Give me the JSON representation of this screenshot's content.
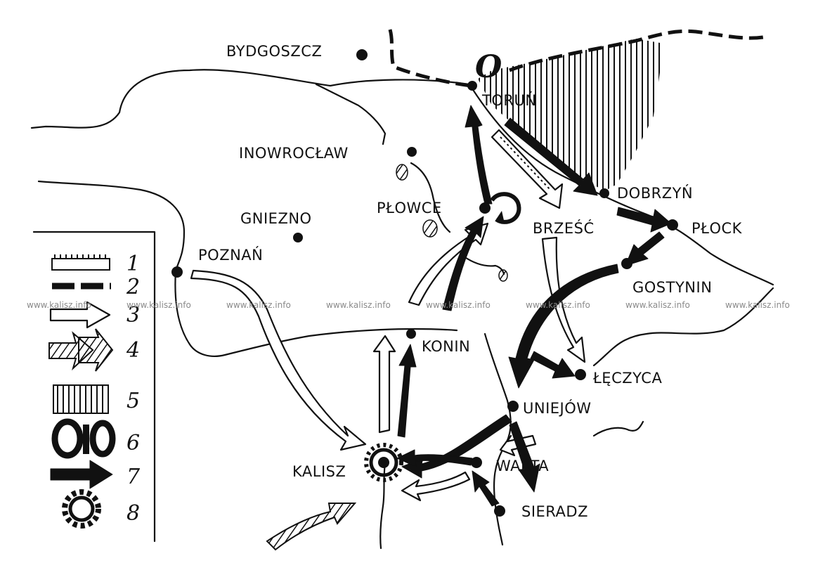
{
  "cities": {
    "bydgoszcz": "BYDGOSZCZ",
    "torun": "TORUŃ",
    "inowroclaw": "INOWROCŁAW",
    "dobrzyn": "DOBRZYŃ",
    "plowce": "PŁOWCE",
    "brzesc": "BRZEŚĆ",
    "plock": "PŁOCK",
    "gniezno": "GNIEZNO",
    "poznan": "POZNAŃ",
    "gostynin": "GOSTYNIN",
    "konin": "KONIN",
    "leczyca": "ŁĘCZYCA",
    "uniejow": "UNIEJÓW",
    "warta": "WARTA",
    "kalisz": "KALISZ",
    "sieradz": "SIERADZ"
  },
  "map_marks": {
    "ring_o": "O"
  },
  "legend": {
    "n1": "1",
    "n2": "2",
    "n3": "3",
    "n4": "4",
    "n5": "5",
    "n6": "6",
    "n7": "7",
    "n8": "8"
  },
  "watermark": {
    "text": "www.kalisz.info"
  }
}
